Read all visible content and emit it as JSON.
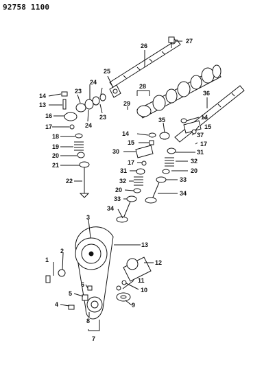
{
  "header": {
    "part_number": "92758 1100"
  },
  "labels": [
    "1",
    "2",
    "3",
    "4",
    "5",
    "6",
    "7",
    "8",
    "9",
    "10",
    "11",
    "12",
    "13",
    "14",
    "15",
    "16",
    "17",
    "18",
    "19",
    "20",
    "21",
    "22",
    "23",
    "24",
    "25",
    "26",
    "27",
    "28",
    "29",
    "30",
    "31",
    "32",
    "33",
    "34",
    "35",
    "36",
    "37"
  ]
}
